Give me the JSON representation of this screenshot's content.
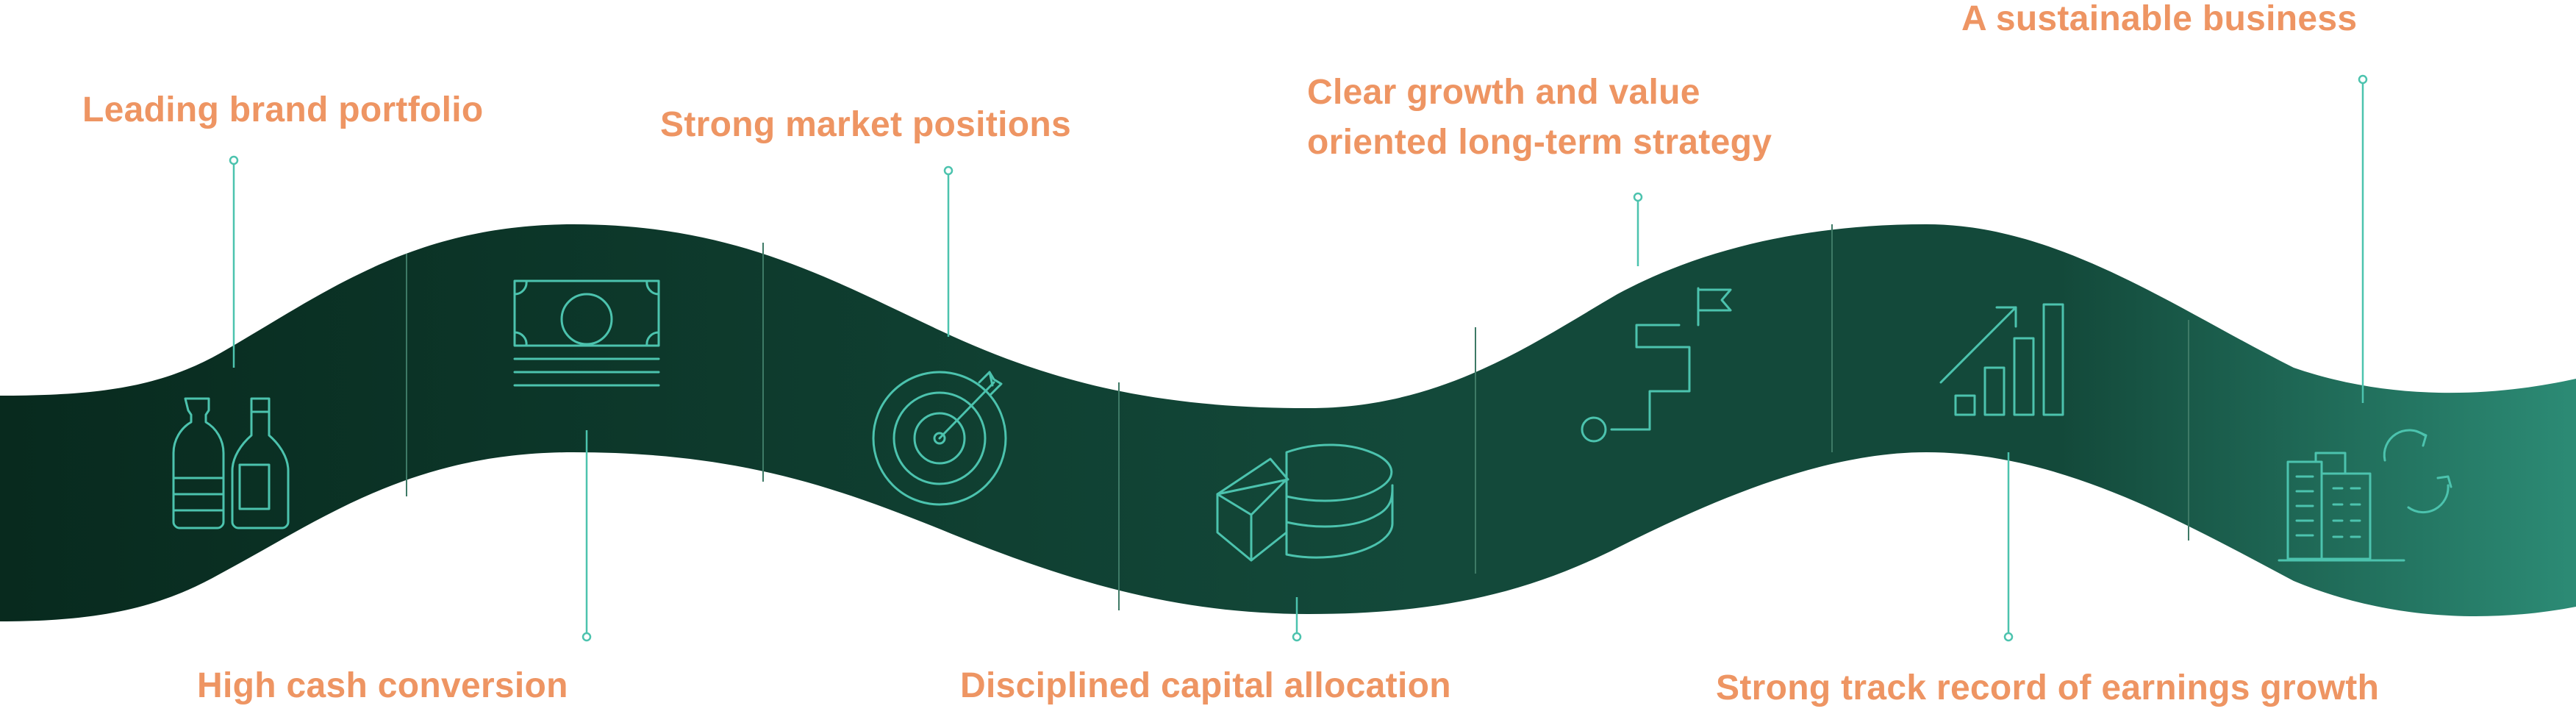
{
  "colors": {
    "label": "#EE9563",
    "icon": "#4CC3AE",
    "line": "#4CC3AE",
    "band_start": "#082A1E",
    "band_mid": "#13493A",
    "band_end": "#2C8B75",
    "divider": "#3E7A66"
  },
  "pillars": [
    {
      "id": "leading-brand-portfolio",
      "label": "Leading brand portfolio",
      "icon": "bottles-icon"
    },
    {
      "id": "high-cash-conversion",
      "label": "High cash conversion",
      "icon": "banknote-icon"
    },
    {
      "id": "strong-market-positions",
      "label": "Strong market positions",
      "icon": "target-icon"
    },
    {
      "id": "disciplined-capital-allocation",
      "label": "Disciplined capital allocation",
      "icon": "pie-chart-icon"
    },
    {
      "id": "growth-strategy",
      "label_lines": [
        "Clear growth and value",
        "oriented long-term strategy"
      ],
      "icon": "steps-flag-icon"
    },
    {
      "id": "earnings-growth",
      "label": "Strong track record of earnings growth",
      "icon": "growth-chart-icon"
    },
    {
      "id": "sustainable-business",
      "label": "A sustainable business",
      "icon": "building-cycle-icon"
    }
  ]
}
